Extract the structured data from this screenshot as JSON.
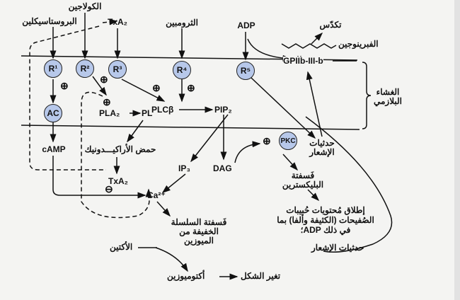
{
  "inputs": {
    "collagen": "الكولاجين",
    "prostacyclin": "البروستاسيكلين",
    "txa2_top": "TxA₂",
    "thrombin": "الثرومبين",
    "adp": "ADP",
    "aggregation": "تكدّس",
    "fibrinogen": "الفبرينوجين",
    "gp": "GPIIb-III-b"
  },
  "membrane_label": "الغشاء البلازمي",
  "receptors": [
    "R¹",
    "R²",
    "R³",
    "R⁴",
    "R⁵"
  ],
  "enzymes": {
    "ac": "AC",
    "pkc": "PKC"
  },
  "intermediates": {
    "pla2": "PLA₂",
    "pl": "PL",
    "plcb": "PLCβ",
    "pip2": "PIP₂",
    "camp": "cAMP",
    "arachidonic": "حمض الأراكيـــدونيك",
    "ip3": "IP₃",
    "dag": "DAG",
    "txa2_bottom": "TxA₂",
    "ca": "Ca²⁺",
    "signaling_events_1": "حدثيات الإشعار",
    "pleckstrin": "فَسفتة البليكسترين",
    "myosin_light_chain": "فَسفتة السلسلة الخفيفة من الميوزين",
    "actin": "الأكتين",
    "actomyosin": "أكتوميوزين",
    "shape_change": "تغير الشكل",
    "granule_release": "إطلاق مُحتويات حُبيبات الصُفيحات (الكثيفة وألفا) بما في ذلك ADP؛",
    "signaling_events_2": "حدثيات الإشعار"
  },
  "signs": {
    "plus": "⊕",
    "minus": "⊖"
  }
}
